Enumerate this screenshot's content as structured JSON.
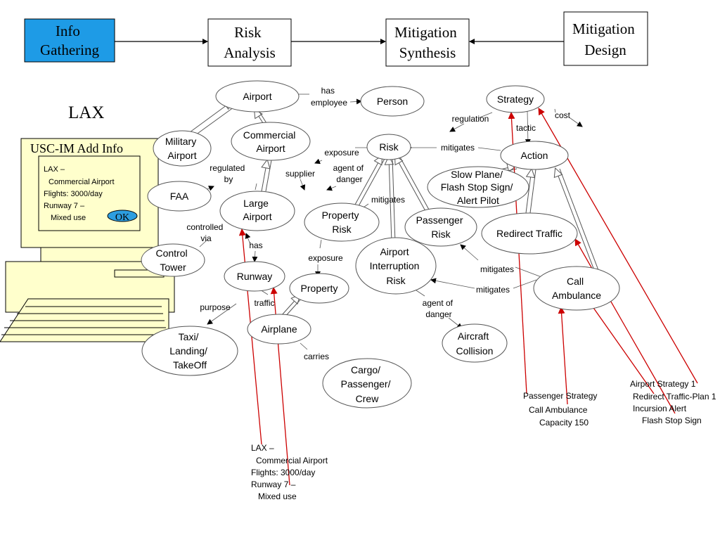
{
  "process": {
    "info_gathering": [
      "Info",
      "Gathering"
    ],
    "risk_analysis": [
      "Risk",
      "Analysis"
    ],
    "mitigation_synthesis": [
      "Mitigation",
      "Synthesis"
    ],
    "mitigation_design": [
      "Mitigation",
      "Design"
    ],
    "active_color": "#1e9be6"
  },
  "heading": "LAX",
  "computer": {
    "title": "USC-IM Add Info",
    "screen_lines": [
      "LAX –",
      "Commercial Airport",
      "Flights: 3000/day",
      "Runway 7 –",
      "Mixed use"
    ],
    "ok_label": "OK",
    "ok_color": "#2d9ee0",
    "body_color": "#ffffcc"
  },
  "nodes": {
    "airport": [
      "Airport"
    ],
    "person": [
      "Person"
    ],
    "military_airport": [
      "Military",
      "Airport"
    ],
    "commercial_airport": [
      "Commercial",
      "Airport"
    ],
    "faa": [
      "FAA"
    ],
    "large_airport": [
      "Large",
      "Airport"
    ],
    "control_tower": [
      "Control",
      "Tower"
    ],
    "runway": [
      "Runway"
    ],
    "taxi": [
      "Taxi/",
      "Landing/",
      "TakeOff"
    ],
    "airplane": [
      "Airplane"
    ],
    "property": [
      "Property"
    ],
    "property_risk": [
      "Property",
      "Risk"
    ],
    "risk": [
      "Risk"
    ],
    "airport_interruption_risk": [
      "Airport",
      "Interruption",
      "Risk"
    ],
    "passenger_risk": [
      "Passenger",
      "Risk"
    ],
    "cargo": [
      "Cargo/",
      "Passenger/",
      "Crew"
    ],
    "aircraft_collision": [
      "Aircraft",
      "Collision"
    ],
    "strategy": [
      "Strategy"
    ],
    "action": [
      "Action"
    ],
    "slow_plane": [
      "Slow Plane/",
      "Flash Stop Sign/",
      "Alert Pilot"
    ],
    "redirect_traffic": [
      "Redirect Traffic"
    ],
    "call_ambulance": [
      "Call",
      "Ambulance"
    ]
  },
  "edge_labels": {
    "has_employee": [
      "has",
      "employee"
    ],
    "regulated_by": [
      "regulated",
      "by"
    ],
    "supplier": [
      "supplier"
    ],
    "controlled_via": [
      "controlled",
      "via"
    ],
    "has": [
      "has"
    ],
    "purpose": [
      "purpose"
    ],
    "traffic": [
      "traffic"
    ],
    "carries": [
      "carries"
    ],
    "exposure_risk": [
      "exposure"
    ],
    "exposure_property": [
      "exposure"
    ],
    "agent_of_danger_1": [
      "agent of",
      "danger"
    ],
    "agent_of_danger_2": [
      "agent of",
      "danger"
    ],
    "mitigates_risk": [
      "mitigates"
    ],
    "mitigates_property": [
      "mitigates"
    ],
    "mitigates_passenger": [
      "mitigates"
    ],
    "mitigates_interruption": [
      "mitigates"
    ],
    "regulation": [
      "regulation"
    ],
    "tactic": [
      "tactic"
    ],
    "cost": [
      "cost"
    ]
  },
  "annotations": {
    "lax_instance": [
      "LAX –",
      "Commercial Airport",
      "Flights: 3000/day",
      "Runway 7 –",
      "Mixed use"
    ],
    "passenger_strategy": [
      "Passenger Strategy",
      "Call Ambulance",
      "Capacity 150"
    ],
    "airport_strategy": [
      "Airport Strategy 1",
      "Redirect Traffic-Plan 1",
      "Incursion Alert",
      "Flash Stop Sign"
    ]
  },
  "colors": {
    "instance_link": "#cc0000"
  }
}
